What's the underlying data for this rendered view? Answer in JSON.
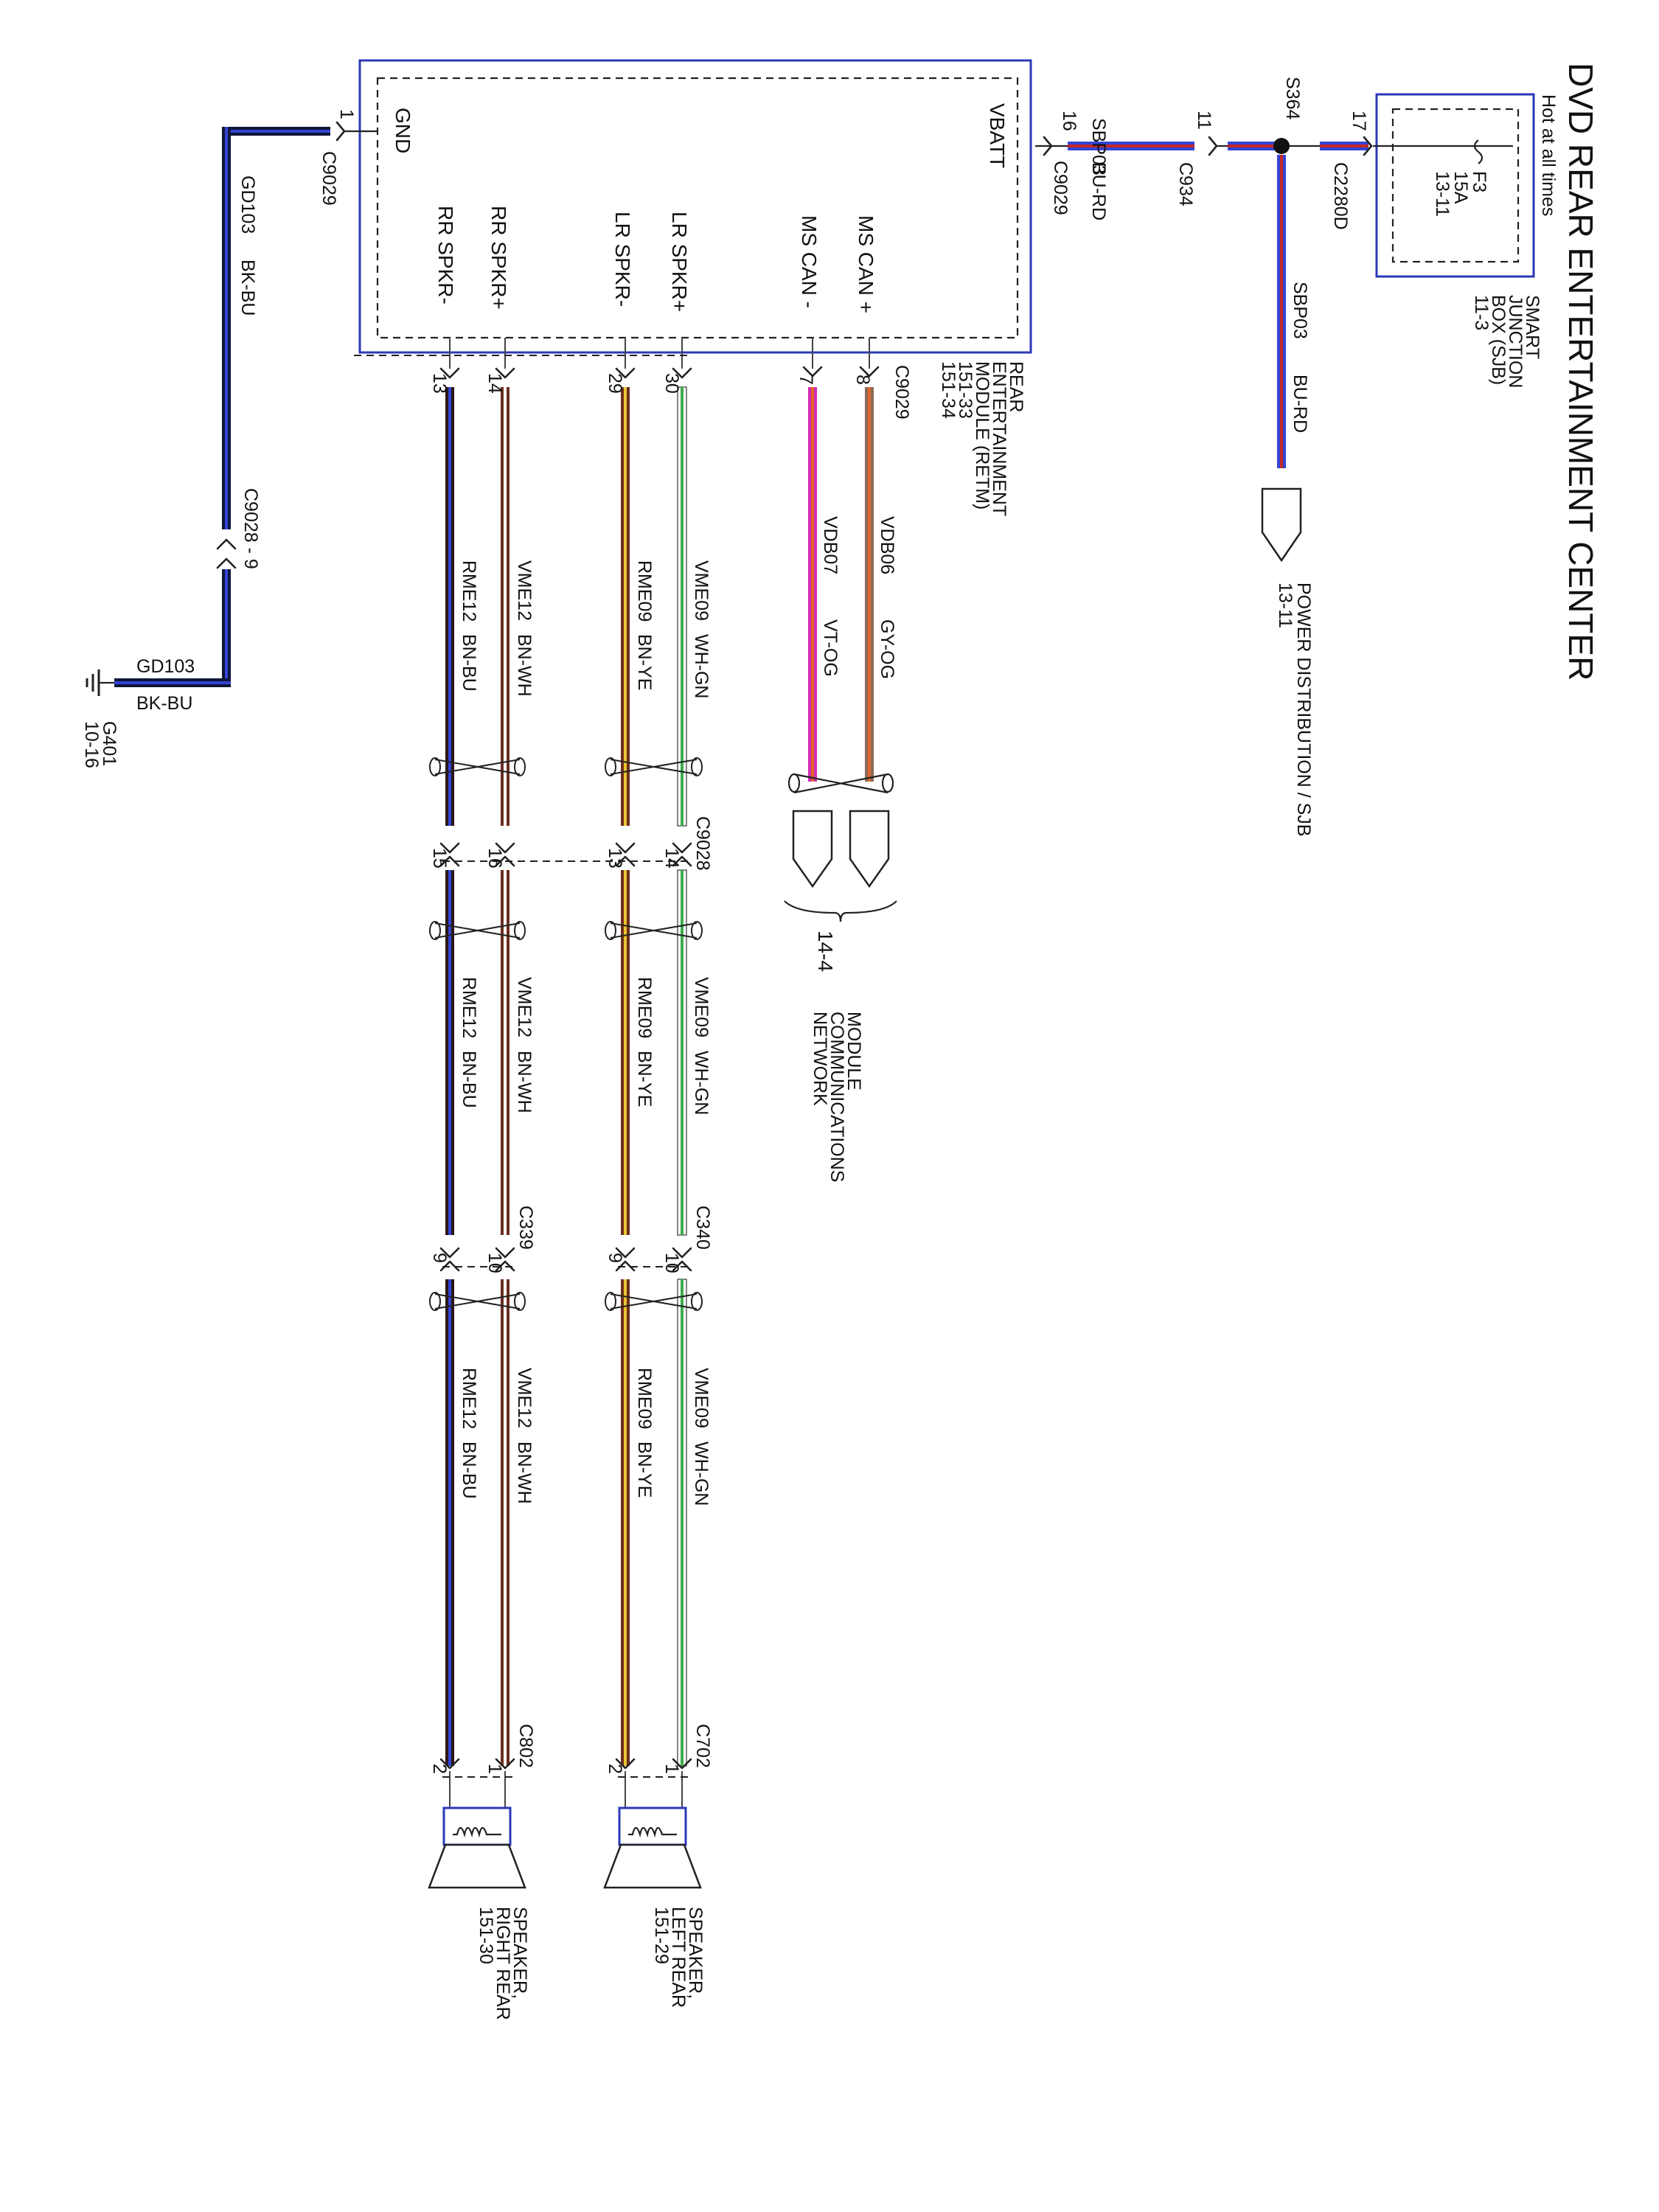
{
  "title": "DVD REAR ENTERTAINMENT CENTER",
  "colors": {
    "box_border": "#2b38b8",
    "bk_bu_main": "#0f1638",
    "bk_bu_stripe": "#3344d6",
    "bu_rd_main": "#3344d6",
    "bu_rd_stripe": "#c42828",
    "gy_og_main": "#8a6a5a",
    "gy_og_stripe": "#e0662a",
    "vt_og_main": "#d42bb8",
    "vt_og_stripe": "#e0662a",
    "wh_gn_main": "#ffffff",
    "wh_gn_stripe": "#3cab4c",
    "bn_ye_main": "#6b2e1e",
    "bn_ye_stripe": "#e8c530",
    "bn_wh_main": "#6b2e1e",
    "bn_wh_stripe": "#ffffff",
    "bn_bu_main": "#2a1618",
    "bn_bu_stripe": "#3344d6"
  },
  "sjb": {
    "hot_label": "Hot at all times",
    "fuse": "F3",
    "amps": "15A",
    "ref": "13-11",
    "name_lines": [
      "SMART",
      "JUNCTION",
      "BOX (SJB)",
      "11-3"
    ]
  },
  "power": {
    "splice": "S364",
    "pin17": "17",
    "c2280d": "C2280D",
    "pin11": "11",
    "c934": "C934",
    "circuit": "SBP03",
    "color": "BU-RD",
    "pdist_lines": [
      "POWER DISTRIBUTION / SJB",
      "13-11"
    ]
  },
  "module": {
    "pins_left": {
      "gnd": "GND",
      "vbatt": "VBATT"
    },
    "pin_labels": [
      "MS CAN +",
      "MS CAN -",
      "LR SPKR+",
      "LR SPKR-",
      "RR SPKR+",
      "RR SPKR-"
    ],
    "name_lines": [
      "REAR",
      "ENTERTAINMENT",
      "MODULE (RETM)",
      "151-33",
      "151-34"
    ],
    "vbatt_pin": "16",
    "vbatt_conn": "C9029",
    "gnd_pin": "1",
    "gnd_conn": "C9029",
    "top_conn": "C9029"
  },
  "can": {
    "pins": [
      "8",
      "7"
    ],
    "circuits": [
      "VDB06",
      "VDB07"
    ],
    "colors": [
      "GY-OG",
      "VT-OG"
    ],
    "ref": "14-4",
    "network_lines": [
      "MODULE",
      "COMMUNICATIONS",
      "NETWORK"
    ]
  },
  "ground": {
    "circuit": "GD103",
    "color": "BK-BU",
    "inline_conn": "C9028 - 9",
    "ground_id": "G401",
    "ground_ref": "10-16"
  },
  "speaker_wires": [
    {
      "circuit": "VME09",
      "color": "WH-GN",
      "pins": [
        "30",
        "14",
        "10",
        "1"
      ]
    },
    {
      "circuit": "RME09",
      "color": "BN-YE",
      "pins": [
        "29",
        "13",
        "9",
        "2"
      ]
    },
    {
      "circuit": "VME12",
      "color": "BN-WH",
      "pins": [
        "14",
        "16",
        "10",
        "1"
      ]
    },
    {
      "circuit": "RME12",
      "color": "BN-BU",
      "pins": [
        "13",
        "15",
        "9",
        "2"
      ]
    }
  ],
  "connectors": {
    "c9028": "C9028",
    "c340": "C340",
    "c339": "C339",
    "c702": "C702",
    "c802": "C802"
  },
  "speakers": [
    {
      "lines": [
        "SPEAKER,",
        "LEFT REAR",
        "151-29"
      ]
    },
    {
      "lines": [
        "SPEAKER,",
        "RIGHT REAR",
        "151-30"
      ]
    }
  ]
}
